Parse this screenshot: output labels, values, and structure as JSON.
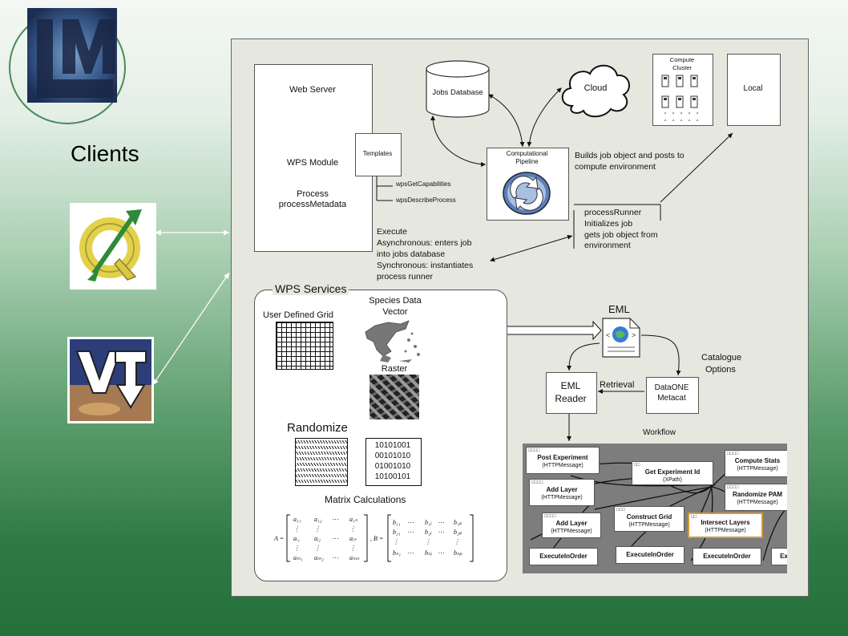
{
  "slide": {
    "clients_title": "Clients",
    "logo_text": "LM"
  },
  "diagram": {
    "web_server": "Web Server",
    "wps_module": "WPS Module",
    "process_line1": "Process",
    "process_line2": "processMetadata",
    "templates": "Templates",
    "wps_get_capabilities": "wpsGetCapabilities",
    "wps_describe_process": "wpsDescribeProcess",
    "jobs_database": "Jobs Database",
    "cloud": "Cloud",
    "compute_cluster_line1": "Compute",
    "compute_cluster_line2": "Cluster",
    "local": "Local",
    "pipeline_line1": "Computational",
    "pipeline_line2": "Pipeline",
    "builds_job_line1": "Builds job object and posts to",
    "builds_job_line2": "compute environment",
    "runner_line1": "processRunner",
    "runner_line2": "Initializes job",
    "runner_line3": "gets job object from",
    "runner_line4": "environment",
    "execute_line1": "Execute",
    "execute_line2": "Asynchronous: enters job",
    "execute_line3": "into jobs database",
    "execute_line4": "Synchronous: instantiates",
    "execute_line5": "process runner"
  },
  "wps_services": {
    "title": "WPS Services",
    "user_defined_grid": "User Defined Grid",
    "species_line1": "Species Data",
    "species_line2": "Vector",
    "raster": "Raster",
    "randomize": "Randomize",
    "binary_rows": [
      "10101001",
      "00101010",
      "01001010",
      "10100101"
    ],
    "matrix_calculations": "Matrix Calculations"
  },
  "eml": {
    "eml": "EML",
    "catalogue_line1": "Catalogue",
    "catalogue_line2": "Options",
    "retrieval": "Retrieval",
    "eml_reader_line1": "EML",
    "eml_reader_line2": "Reader",
    "dataone_line1": "DataONE",
    "dataone_line2": "Metacat",
    "workflow": "Workflow"
  },
  "workflow_nodes": [
    {
      "title": "Post Experiment",
      "sub": "(HTTPMessage)"
    },
    {
      "title": "Get Experiment Id",
      "sub": "(XPath)"
    },
    {
      "title": "Compute Stats",
      "sub": "(HTTPMessage)"
    },
    {
      "title": "Add Layer",
      "sub": "(HTTPMessage)"
    },
    {
      "title": "Randomize PAM",
      "sub": "(HTTPMessage)"
    },
    {
      "title": "Add Layer",
      "sub": "(HTTPMessage)"
    },
    {
      "title": "Construct Grid",
      "sub": "(HTTPMessage)"
    },
    {
      "title": "Intersect Layers",
      "sub": "(HTTPMessage)"
    },
    {
      "title": "ExecuteInOrder",
      "sub": ""
    },
    {
      "title": "ExecuteInOrder",
      "sub": ""
    },
    {
      "title": "ExecuteInOrder",
      "sub": ""
    },
    {
      "title": "Ex",
      "sub": ""
    }
  ],
  "colors": {
    "panel_bg": "#e6e8df",
    "workflow_bg": "#7d7d7d",
    "slide_green": "#2f7b45"
  }
}
